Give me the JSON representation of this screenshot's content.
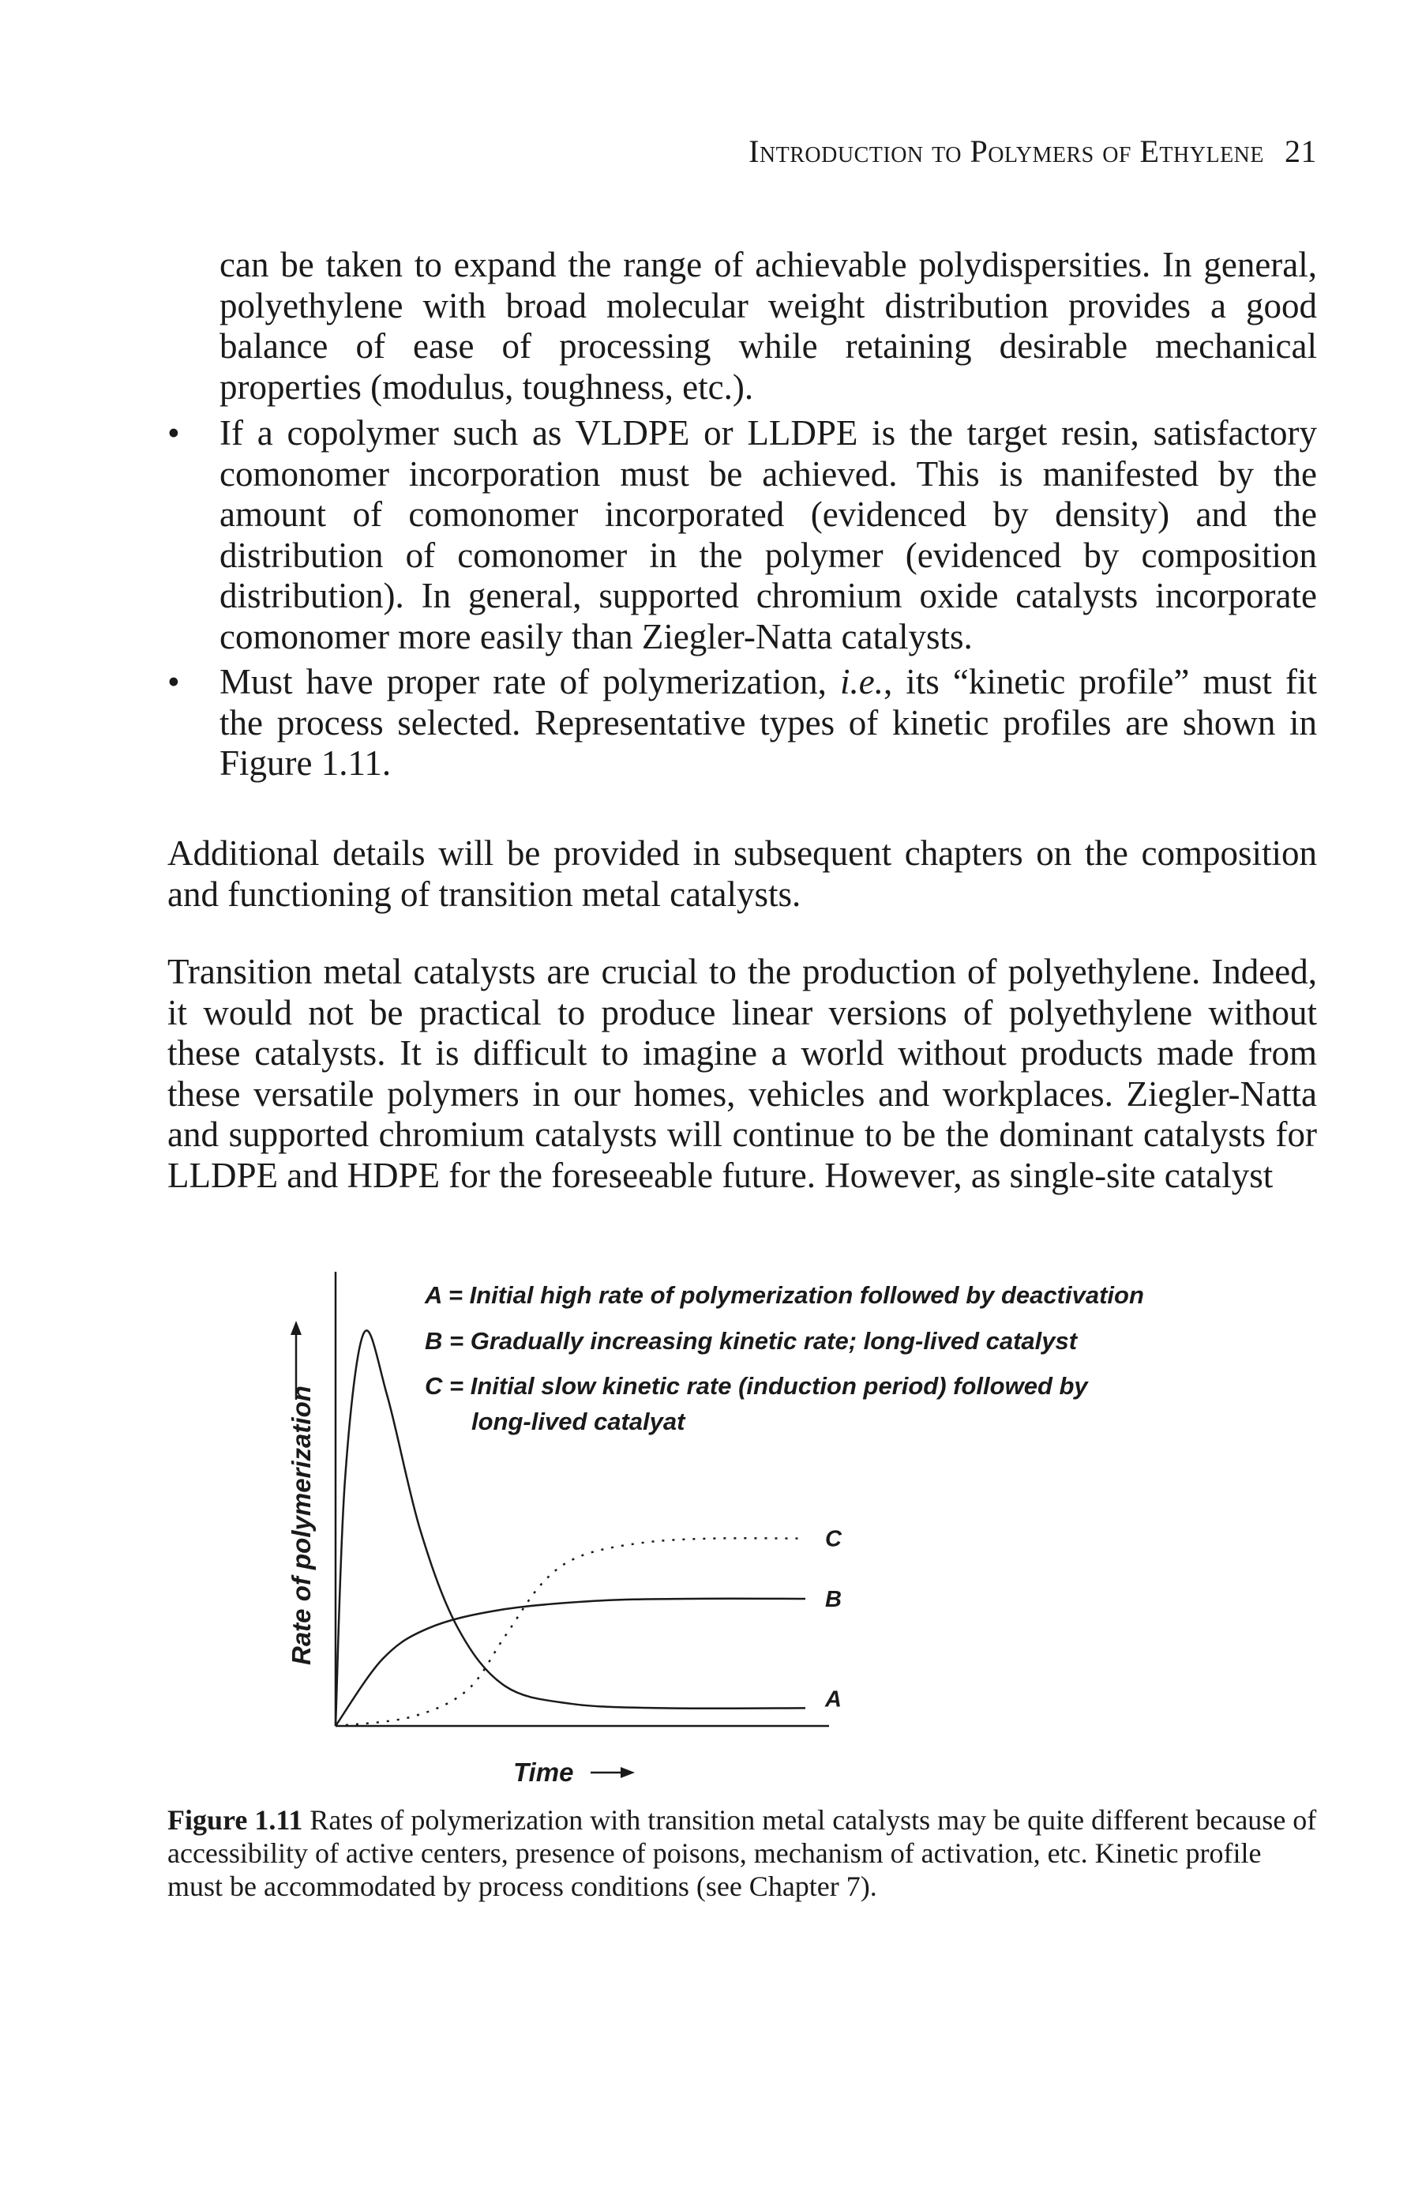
{
  "running_head": {
    "title": "Introduction to Polymers of Ethylene",
    "page_number": "21"
  },
  "paragraphs": {
    "continued": "can be taken to expand the range of achievable polydispersities. In general, polyethylene with broad molecular weight distribution provides a good balance of ease of processing while retaining desirable mechanical properties (modulus, toughness, etc.).",
    "additional": "Additional details will be provided in subsequent chapters on the composition and functioning of transition metal catalysts.",
    "transition": "Transition metal catalysts are crucial to the production of polyethylene. Indeed, it would not be practical to produce linear versions of polyethylene without these catalysts. It is difficult to imagine a world without products made from these versatile polymers in our homes, vehicles and workplaces. Ziegler-Natta and supported chromium catalysts will continue to be the dominant catalysts for LLDPE and HDPE for the foreseeable future. However, as single-site catalyst"
  },
  "bullets": [
    {
      "text": "If a copolymer such as VLDPE or LLDPE is the target resin, satisfactory comonomer incorporation must be achieved. This is manifested by the amount of comonomer incorporated (evidenced by density) and the distribution of comonomer in the polymer (evidenced by composition distribution). In general, supported chromium oxide catalysts incorporate comonomer more easily than Ziegler-Natta catalysts."
    },
    {
      "text_before": "Must have proper rate of polymerization, ",
      "text_italic": "i.e.",
      "text_after": ", its “kinetic profile” must fit the process selected. Representative types of kinetic profiles are shown in Figure 1.11."
    }
  ],
  "chart_data": {
    "type": "line",
    "xlabel": "Time",
    "ylabel": "Rate of polymerization",
    "legend": [
      "A = Initial high rate of polymerization followed by deactivation",
      "B = Gradually increasing kinetic rate; long-lived catalyst",
      "C = Initial slow kinetic rate (induction period) followed by",
      "long-lived catalyat"
    ],
    "legend_placement": "top",
    "grid": false,
    "ylim": [
      0,
      1
    ],
    "xlim": [
      0,
      1
    ],
    "series": [
      {
        "name": "A",
        "style": "solid",
        "points": [
          [
            0.0,
            0.0
          ],
          [
            0.02,
            0.55
          ],
          [
            0.06,
            0.88
          ],
          [
            0.11,
            0.74
          ],
          [
            0.18,
            0.44
          ],
          [
            0.26,
            0.22
          ],
          [
            0.36,
            0.09
          ],
          [
            0.5,
            0.05
          ],
          [
            0.7,
            0.04
          ],
          [
            1.0,
            0.04
          ]
        ]
      },
      {
        "name": "B",
        "style": "solid",
        "points": [
          [
            0.0,
            0.0
          ],
          [
            0.1,
            0.15
          ],
          [
            0.2,
            0.22
          ],
          [
            0.35,
            0.26
          ],
          [
            0.55,
            0.28
          ],
          [
            0.75,
            0.285
          ],
          [
            1.0,
            0.285
          ]
        ]
      },
      {
        "name": "C",
        "style": "dashed",
        "points": [
          [
            0.0,
            0.0
          ],
          [
            0.16,
            0.02
          ],
          [
            0.28,
            0.08
          ],
          [
            0.36,
            0.2
          ],
          [
            0.44,
            0.32
          ],
          [
            0.52,
            0.38
          ],
          [
            0.65,
            0.41
          ],
          [
            0.8,
            0.42
          ],
          [
            1.0,
            0.42
          ]
        ]
      }
    ]
  },
  "caption": {
    "label": "Figure 1.11",
    "text": "Rates of polymerization with transition metal catalysts may be quite different because of accessibility of active centers, presence of poisons, mechanism of activation, etc. Kinetic profile must be accommodated by process conditions (see Chapter 7)."
  }
}
